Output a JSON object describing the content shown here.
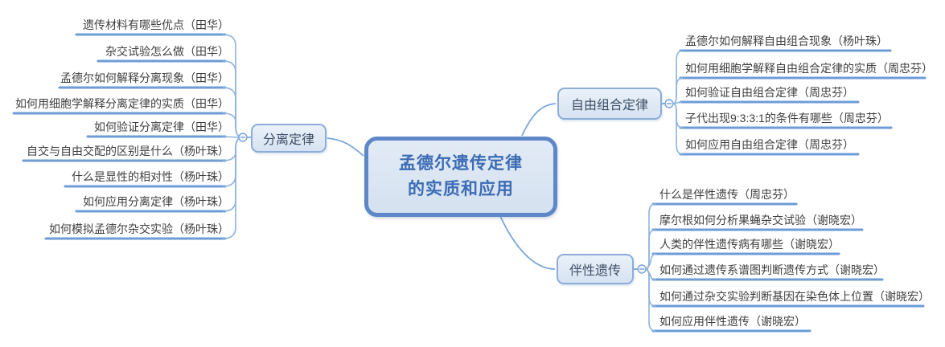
{
  "central": {
    "line1": "孟德尔遗传定律",
    "line2": "的实质和应用"
  },
  "branches": {
    "segregation": {
      "label": "分离定律",
      "items": [
        "遗传材料有哪些优点（田华）",
        "杂交试验怎么做（田华）",
        "孟德尔如何解释分离现象（田华）",
        "如何用细胞学解释分离定律的实质（田华）",
        "如何验证分离定律（田华）",
        "自交与自由交配的区别是什么（杨叶珠）",
        "什么是显性的相对性（杨叶珠）",
        "如何应用分离定律（杨叶珠）",
        "如何模拟孟德尔杂交实验（杨叶珠）"
      ]
    },
    "assortment": {
      "label": "自由组合定律",
      "items": [
        "孟德尔如何解释自由组合现象（杨叶珠）",
        "如何用细胞学解释自由组合定律的实质（周忠芬）",
        "如何验证自由组合定律（周忠芬）",
        "子代出现9:3:3:1的条件有哪些（周忠芬）",
        "如何应用自由组合定律（周忠芬）"
      ]
    },
    "sexlinked": {
      "label": "伴性遗传",
      "items": [
        "什么是伴性遗传（周忠芬）",
        "摩尔根如何分析果蝇杂交试验（谢晓宏）",
        "人类的伴性遗传病有哪些（谢晓宏）",
        "如何通过遗传系谱图判断遗传方式（谢晓宏）",
        "如何通过杂交实验判断基因在染色体上位置（谢晓宏）",
        "如何应用伴性遗传（谢晓宏）"
      ]
    }
  },
  "colors": {
    "topic_line": "#6d9cd6",
    "fan_line": "#8fb2df",
    "node_fill_light": "#eaf1f9",
    "node_fill": "#d7e3f2",
    "node_border": "#8badda",
    "central_border": "#5d87c6",
    "central_text": "#3c6cb4",
    "branch_text": "#3e4f66",
    "topic_text": "#3f3f3f"
  },
  "icons": {
    "collapse_glyph": "−"
  }
}
